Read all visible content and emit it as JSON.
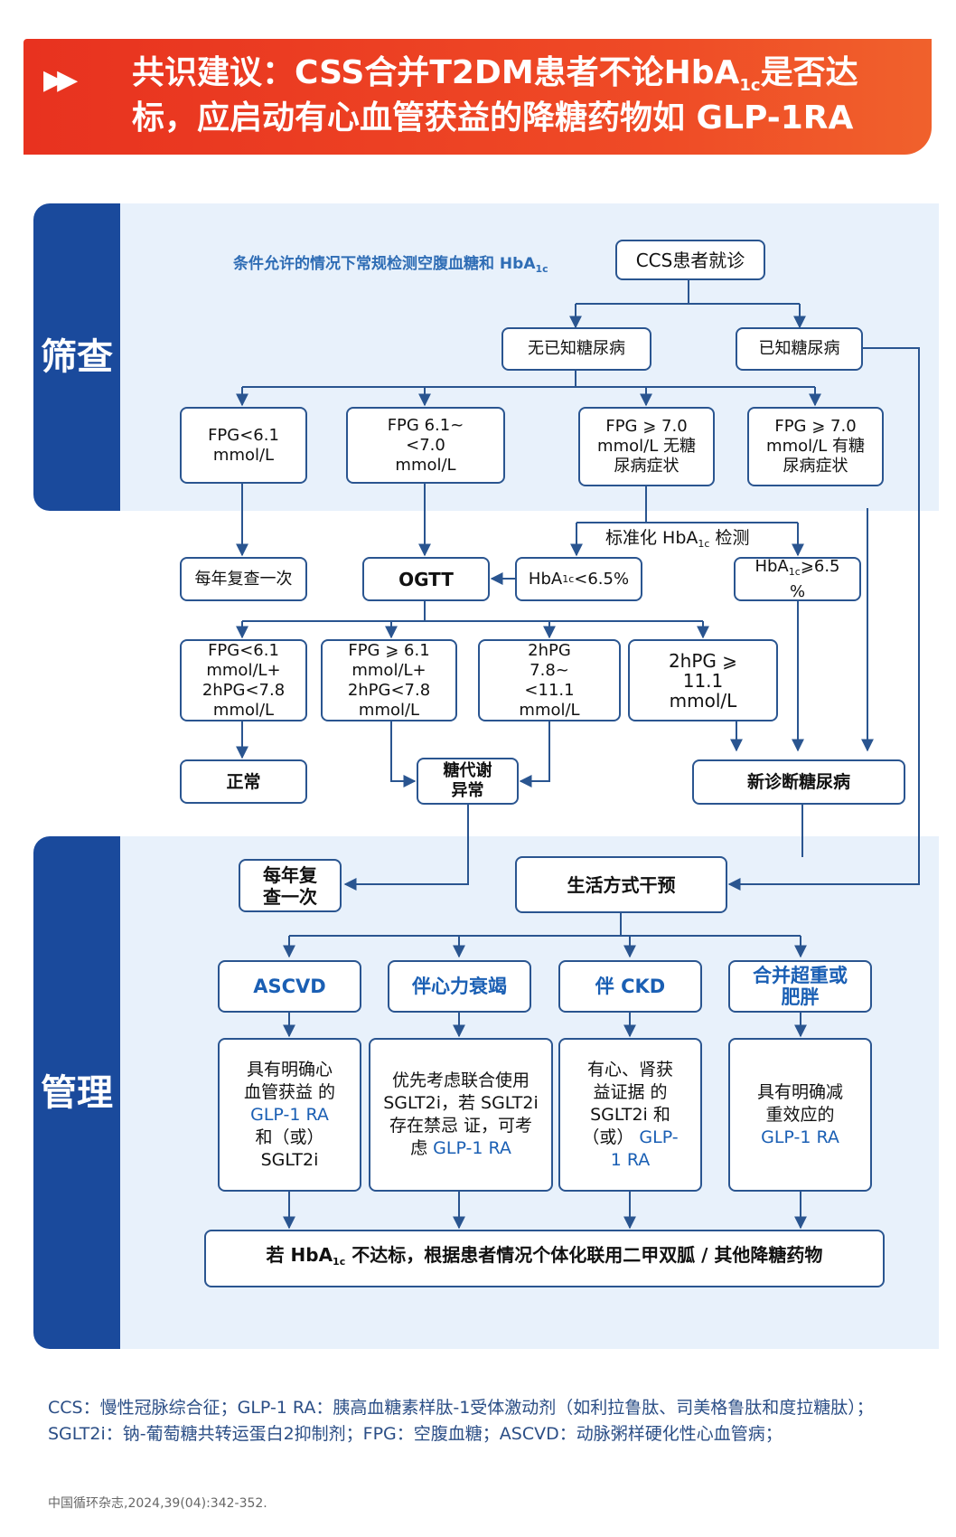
{
  "header": {
    "line1_prefix": "共识建议：CSS合并T2DM患者不论HbA",
    "line1_sub": "1c",
    "line1_suffix": "是否达",
    "line2": "标，应启动有心血管获益的降糖药物如 GLP-1RA"
  },
  "sections": {
    "screening": "筛查",
    "management": "管理"
  },
  "screening": {
    "condition_label_prefix": "条件允许的情况下常规检测空腹血糖和 HbA",
    "condition_label_sub": "1c",
    "start": "CCS患者就诊",
    "no_known_dm": "无已知糖尿病",
    "known_dm": "已知糖尿病",
    "fpg_lt_61": "FPG<6.1 mmol/L",
    "fpg_61_70": "FPG 6.1~<7.0 mmol/L",
    "fpg_ge70_no_sx": "FPG ⩾ 7.0 mmol/L 无糖尿病症状",
    "fpg_ge70_sx": "FPG ⩾ 7.0 mmol/L 有糖尿病症状",
    "std_test_prefix": "标准化 HbA",
    "std_test_sub": "1c",
    "std_test_suffix": " 检测",
    "annual_recheck": "每年复查一次",
    "ogtt": "OGTT",
    "hba1c_low_prefix": "HbA",
    "hba1c_low_sub": "1c",
    "hba1c_low_suffix": "<6.5%",
    "hba1c_high_prefix": "HbA",
    "hba1c_high_sub": "1c",
    "hba1c_high_suffix": "⩾6.5 %",
    "ogtt_normal": "FPG<6.1 mmol/L+ 2hPG<7.8 mmol/L",
    "ogtt_ifg": "FPG ⩾ 6.1 mmol/L+ 2hPG<7.8 mmol/L",
    "ogtt_igt": "2hPG 7.8~<11.1 mmol/L",
    "ogtt_dm": "2hPG ⩾ 11.1 mmol/L",
    "normal": "正常",
    "metabolic_abnormal": "糖代谢 异常",
    "new_dm": "新诊断糖尿病"
  },
  "management": {
    "annual_recheck": "每年复 查一次",
    "lifestyle": "生活方式干预",
    "cat_ascvd": "ASCVD",
    "cat_hf": "伴心力衰竭",
    "cat_ckd": "伴 CKD",
    "cat_obesity": "合并超重或 肥胖",
    "rec_ascvd_a": "具有明确心 血管获益 的 ",
    "rec_ascvd_b": "GLP-1 RA",
    "rec_ascvd_c": " 和（或） SGLT2i",
    "rec_hf_a": "优先考虑联合使用 SGLT2i，若 SGLT2i 存在禁忌 证，可考虑 ",
    "rec_hf_b": "GLP-1 RA",
    "rec_ckd_a": "有心、肾获 益证据 的 SGLT2i 和 （或） ",
    "rec_ckd_b": "GLP-1 RA",
    "rec_ob_a": "具有明确减 重效应的 ",
    "rec_ob_b": "GLP-1 RA",
    "final_prefix": "若 HbA",
    "final_sub": "1c",
    "final_suffix": " 不达标，根据患者情况个体化联用二甲双胍 / 其他降糖药物"
  },
  "footnote": "CCS：慢性冠脉综合征；GLP-1 RA：胰高血糖素样肽-1受体激动剂（如利拉鲁肽、司美格鲁肽和度拉糖肽）；SGLT2i：钠-葡萄糖共转运蛋白2抑制剂；FPG：空腹血糖；ASCVD：动脉粥样硬化性心血管病；",
  "citation": "中国循环杂志,2024,39(04):342-352.",
  "colors": {
    "banner": "#e8321f",
    "sidebar": "#1a4a9c",
    "panel": "#e8f1fb",
    "box_border": "#2a5590",
    "highlight": "#1a5fb4"
  }
}
